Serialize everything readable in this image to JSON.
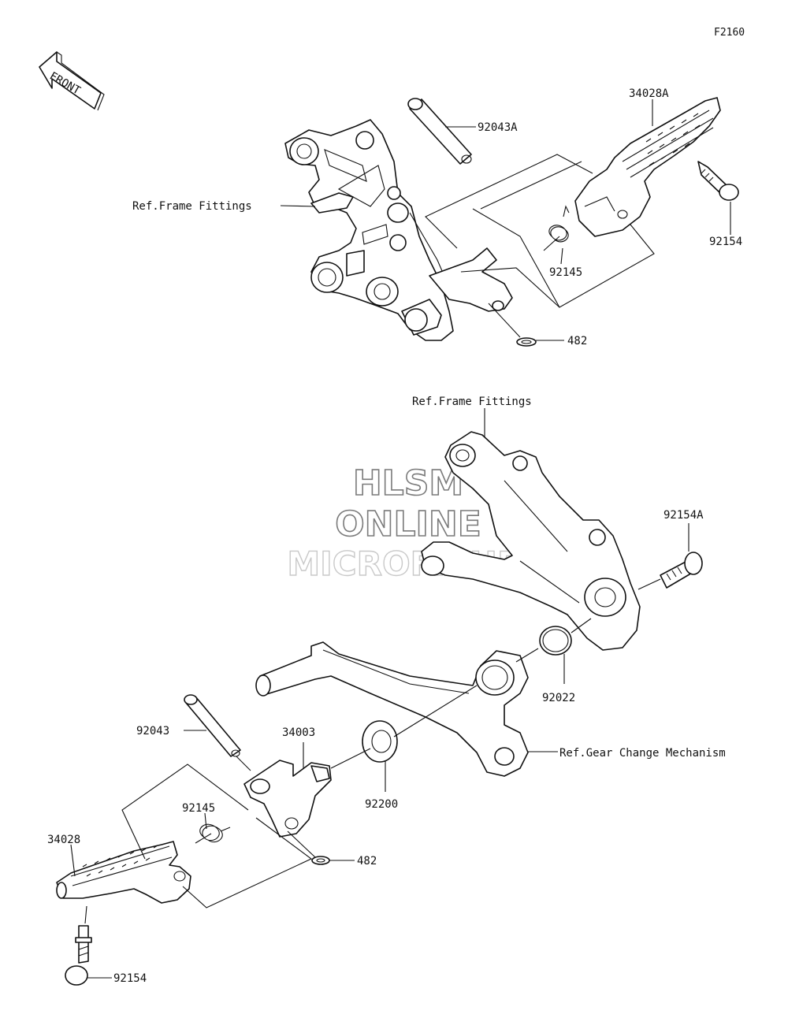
{
  "figure_id": "F2160",
  "front_arrow": {
    "text": "FRONT",
    "icon": "front-direction-arrow-icon"
  },
  "watermark": {
    "line1": "HLSM",
    "line2": "ONLINE",
    "line3": "MICROFICHE"
  },
  "labels": {
    "ref_frame_fittings_top": "Ref.Frame Fittings",
    "p92043A": "92043A",
    "p34028A": "34028A",
    "p92154_top": "92154",
    "p92145_top": "92145",
    "p482_top": "482",
    "ref_frame_fittings_mid": "Ref.Frame Fittings",
    "p92154A": "92154A",
    "p92022": "92022",
    "ref_gear_change": "Ref.Gear Change Mechanism",
    "p92043": "92043",
    "p34003": "34003",
    "p92200": "92200",
    "p92145_bottom": "92145",
    "p34028": "34028",
    "p482_bottom": "482",
    "p92154_bottom": "92154"
  }
}
